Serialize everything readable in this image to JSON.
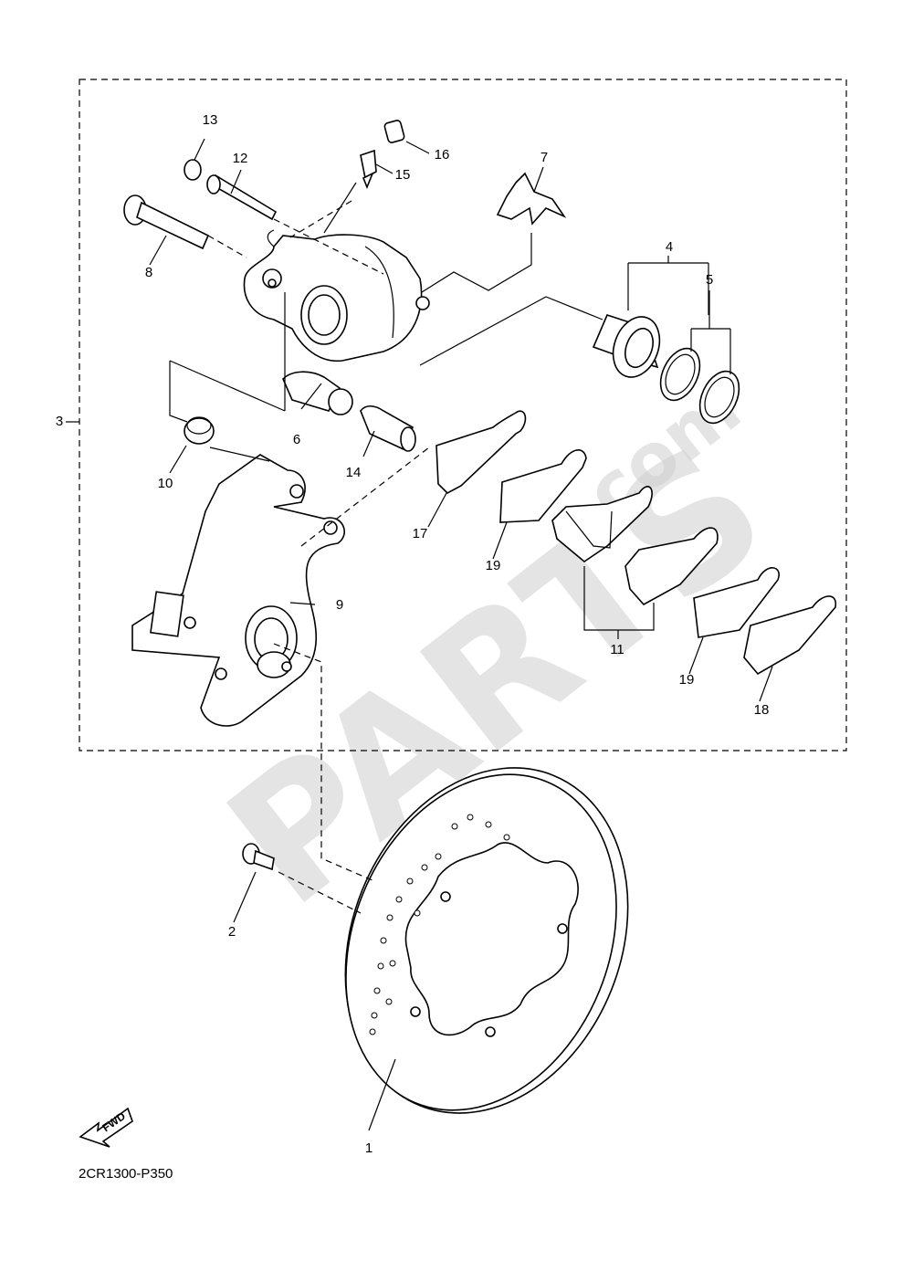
{
  "diagram": {
    "code": "2CR1300-P350",
    "fwd_label": "FWD",
    "watermark": {
      "main": "PARTS",
      "suffix": ".com"
    },
    "callouts": [
      {
        "id": "c1",
        "text": "1"
      },
      {
        "id": "c2",
        "text": "2"
      },
      {
        "id": "c3",
        "text": "3"
      },
      {
        "id": "c4",
        "text": "4"
      },
      {
        "id": "c5",
        "text": "5"
      },
      {
        "id": "c6",
        "text": "6"
      },
      {
        "id": "c7",
        "text": "7"
      },
      {
        "id": "c8",
        "text": "8"
      },
      {
        "id": "c9",
        "text": "9"
      },
      {
        "id": "c10",
        "text": "10"
      },
      {
        "id": "c11",
        "text": "11"
      },
      {
        "id": "c12",
        "text": "12"
      },
      {
        "id": "c13",
        "text": "13"
      },
      {
        "id": "c14",
        "text": "14"
      },
      {
        "id": "c15",
        "text": "15"
      },
      {
        "id": "c16",
        "text": "16"
      },
      {
        "id": "c17",
        "text": "17"
      },
      {
        "id": "c18",
        "text": "18"
      },
      {
        "id": "c19a",
        "text": "19"
      },
      {
        "id": "c19b",
        "text": "19"
      }
    ]
  }
}
